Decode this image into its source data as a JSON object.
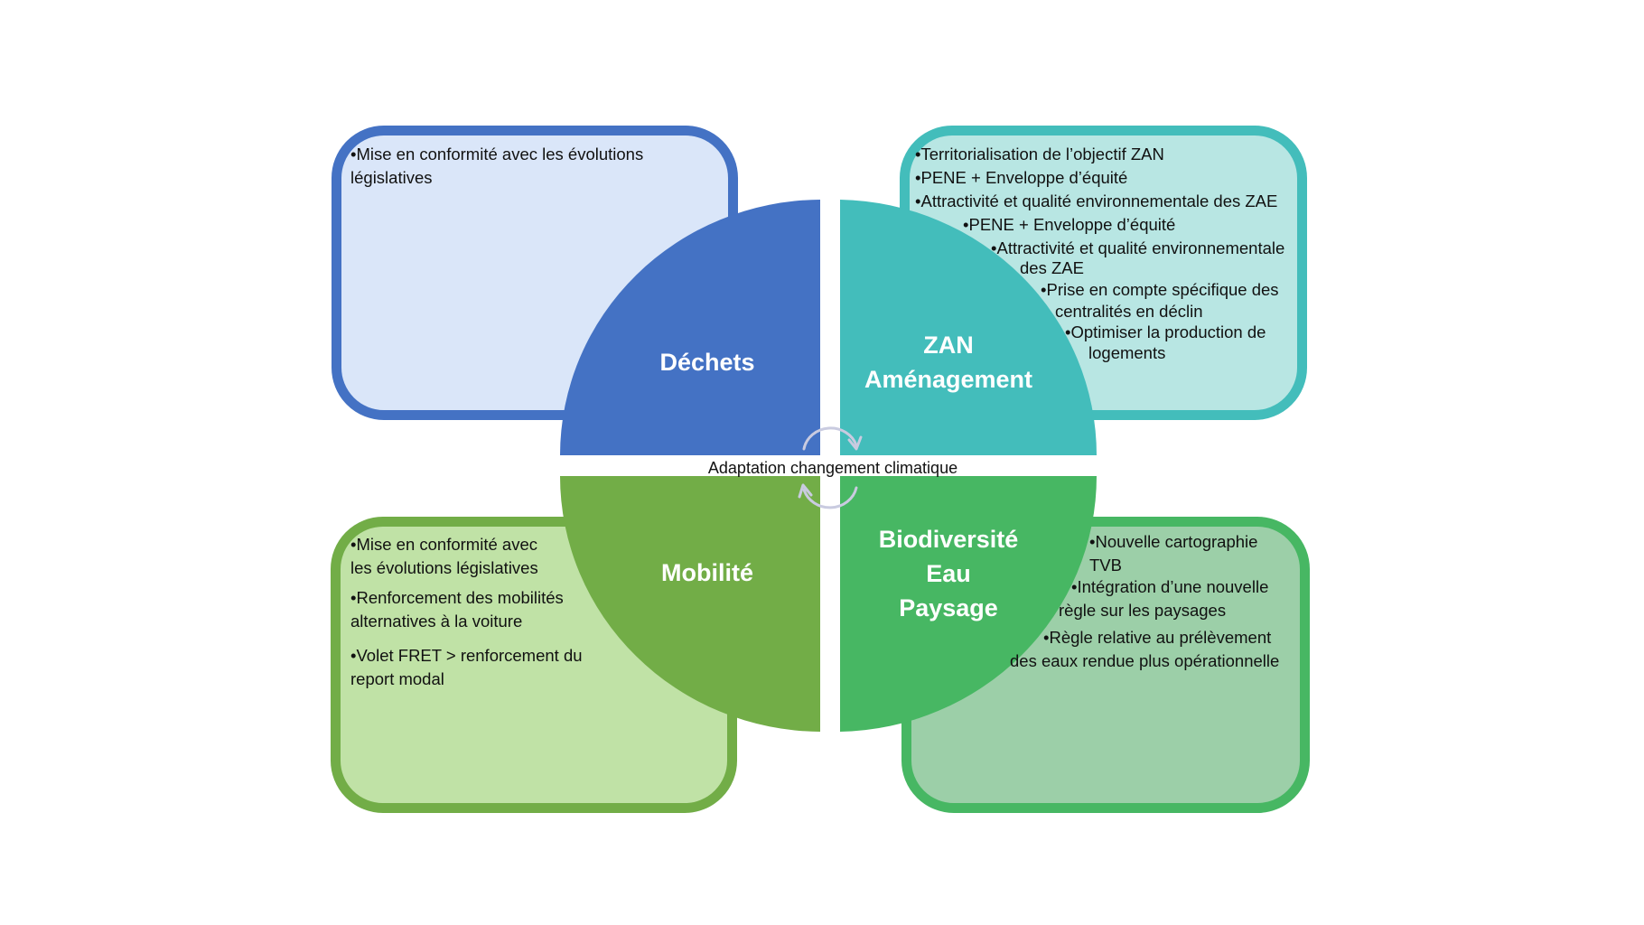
{
  "colors": {
    "dechets_dark": "#4472c4",
    "dechets_light": "#dae6f9",
    "zan_dark": "#43bdbb",
    "zan_light": "#b8e6e3",
    "mobilite_dark": "#72ad47",
    "mobilite_light": "#c0e2a6",
    "biodiv_dark": "#47b763",
    "biodiv_light": "#9ccfa8",
    "cycle_arrow": "#c9cbe0"
  },
  "center": {
    "label": "Adaptation changement climatique",
    "icon": "cycle-arrows-icon"
  },
  "quadrants": {
    "dechets": {
      "label": "Déchets",
      "items": [
        "•Mise en conformité avec les évolutions",
        "législatives"
      ]
    },
    "zan": {
      "label_line1": "ZAN",
      "label_line2": "Aménagement",
      "items": [
        "•Territorialisation de l’objectif ZAN",
        "•PENE + Enveloppe d’équité",
        "•Attractivité et qualité environnementale des ZAE",
        "•PENE + Enveloppe d’équité",
        "•Attractivité et qualité environnementale",
        "des ZAE",
        "•Prise en compte spécifique des",
        "centralités en déclin",
        "•Optimiser la production de",
        "logements"
      ]
    },
    "mobilite": {
      "label": "Mobilité",
      "items": [
        "•Mise en conformité avec",
        "les évolutions législatives",
        "•Renforcement des mobilités",
        "alternatives à la voiture",
        "•Volet FRET > renforcement du",
        "report modal"
      ]
    },
    "biodiversite": {
      "label_line1": "Biodiversité",
      "label_line2": "Eau",
      "label_line3": "Paysage",
      "items": [
        "•Nouvelle cartographie",
        "TVB",
        "•Intégration d’une nouvelle",
        "règle sur les paysages",
        "•Règle relative au prélèvement",
        "des eaux rendue plus opérationnelle"
      ]
    }
  }
}
